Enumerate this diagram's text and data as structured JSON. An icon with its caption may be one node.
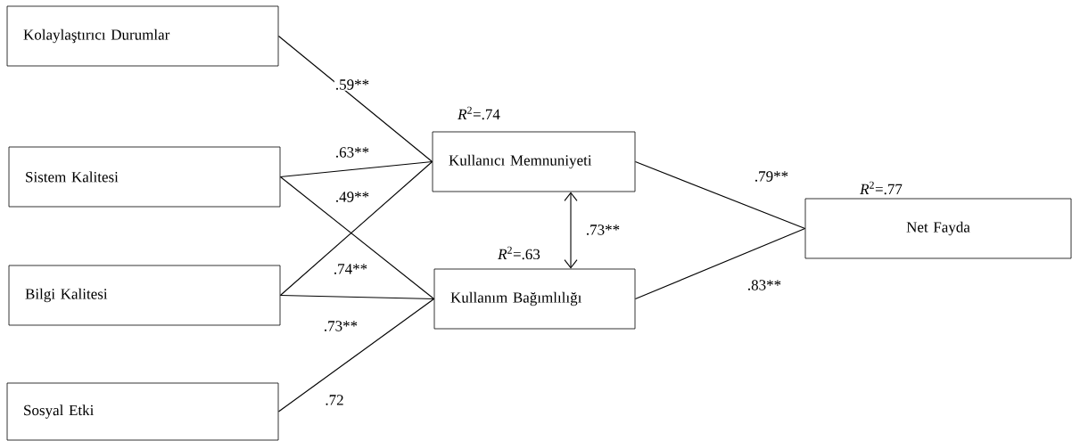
{
  "diagram": {
    "nodes": [
      {
        "text": [
          "Kolaylaştırıcı Durumlar"
        ]
      },
      {
        "text": [
          "Sistem Kalitesi"
        ]
      },
      {
        "text": [
          "Bilgi Kalitesi"
        ]
      },
      {
        "text": [
          "Sosyal Etki"
        ]
      },
      {
        "text": [
          "Kullanıcı Memnuniyeti"
        ],
        "beside": [
          "*R*$^{2}$=.74"
        ]
      },
      {
        "text": [
          "Kullanım Bağımlılığı"
        ],
        "beside": [
          "*R*$^{2}$=.63"
        ]
      },
      {
        "text": [
          "Net Fayda"
        ],
        "beside": [
          "*R*$^{2}$=.77"
        ]
      }
    ],
    "edges": [
      {
        "from": 0,
        "to": 4,
        "arrow": "none",
        "label": ".59**"
      },
      {
        "from": 1,
        "to": 4,
        "arrow": "none",
        "label": ".63**"
      },
      {
        "from": 1,
        "to": 5,
        "arrow": "none",
        "label": ".49**"
      },
      {
        "from": 2,
        "to": 4,
        "arrow": "none",
        "label": ".74**"
      },
      {
        "from": 2,
        "to": 5,
        "arrow": "none",
        "label": ".73**"
      },
      {
        "from": 3,
        "to": 5,
        "arrow": "none",
        "label": ".72"
      },
      {
        "from": 4,
        "to": 5,
        "arrow": "both",
        "label": ".73**"
      },
      {
        "from": 4,
        "to": 6,
        "arrow": "none",
        "label": ".79**"
      },
      {
        "from": 5,
        "to": 6,
        "arrow": "none",
        "label": ".83**"
      }
    ]
  }
}
